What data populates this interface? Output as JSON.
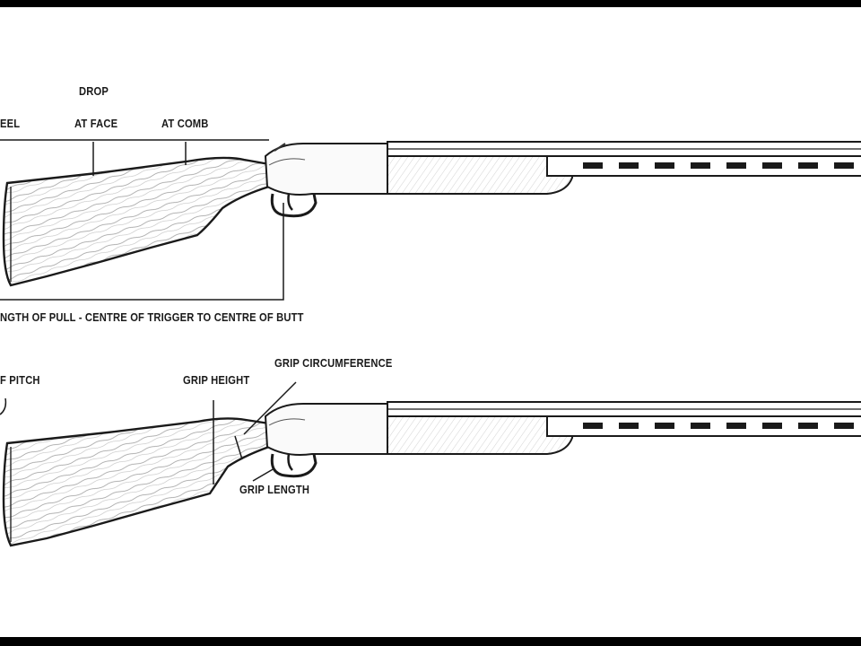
{
  "labels": {
    "drop": "DROP",
    "heel": "EEL",
    "at_face": "AT FACE",
    "at_comb": "AT COMB",
    "length_of_pull": "NGTH OF PULL - CENTRE OF TRIGGER TO CENTRE OF BUTT",
    "pitch": "F PITCH",
    "grip_height": "GRIP HEIGHT",
    "grip_circumference": "GRIP CIRCUMFERENCE",
    "grip_length": "GRIP LENGTH"
  }
}
